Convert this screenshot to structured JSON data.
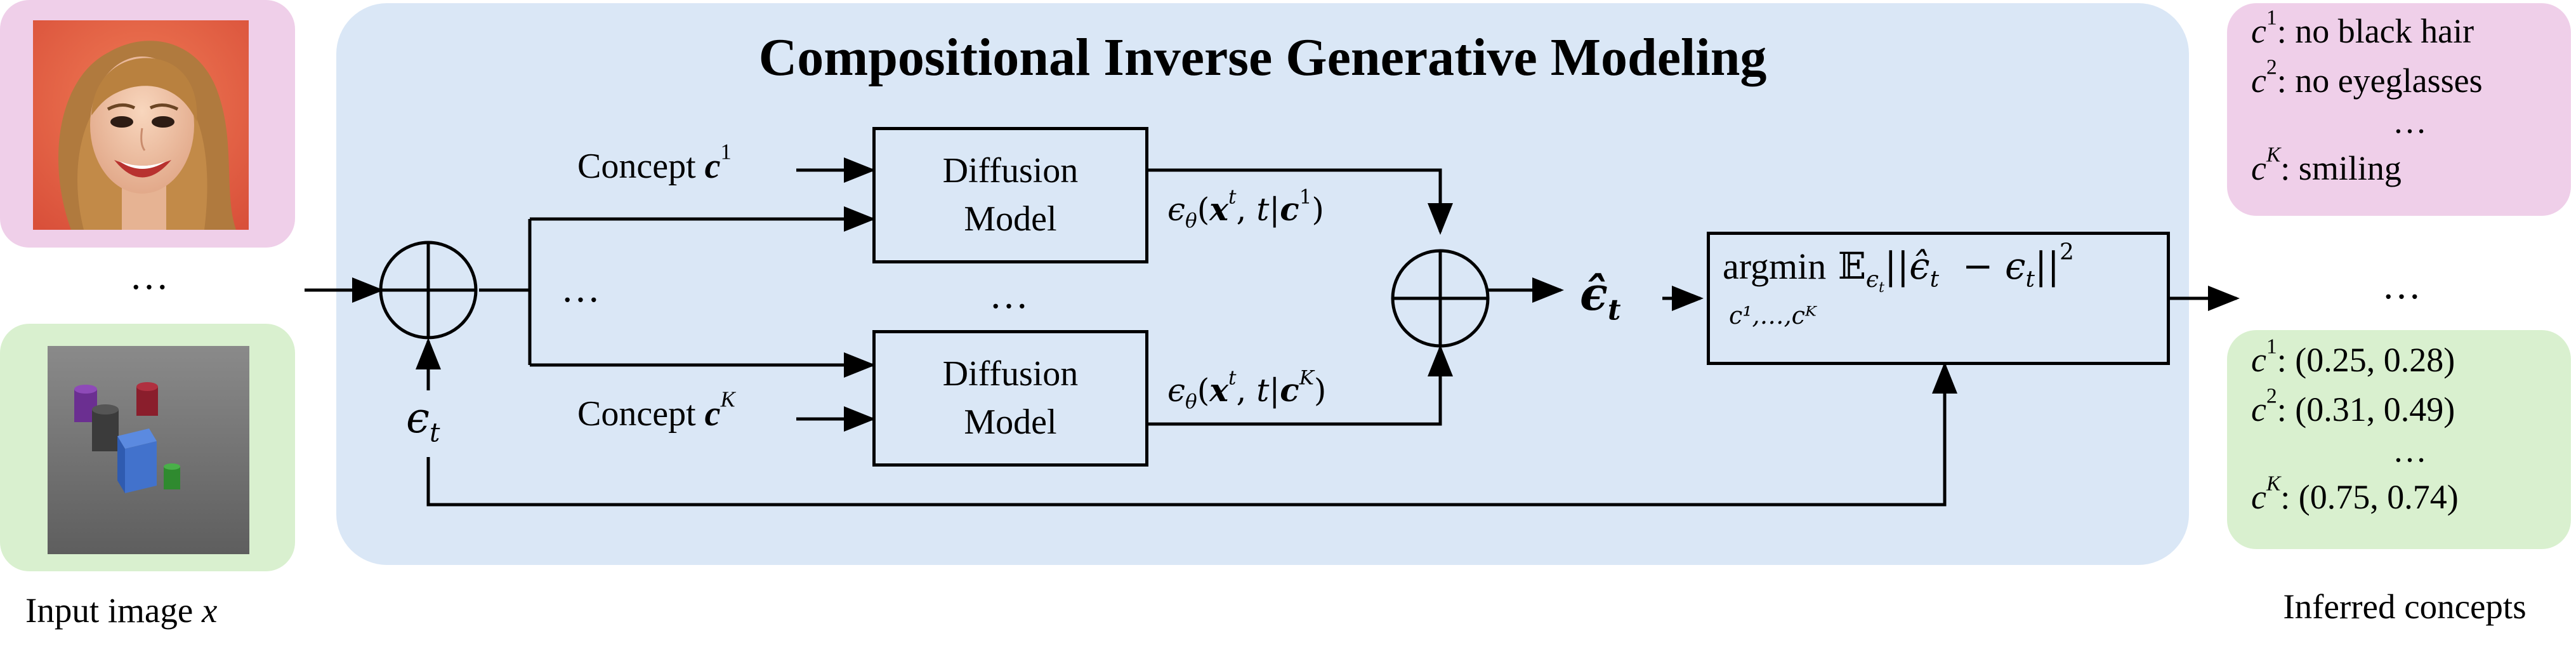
{
  "title": "Compositional Inverse Generative Modeling",
  "input": {
    "caption": "Input image",
    "caption_var": "x",
    "ellipsis": "…",
    "image1": "face-photo",
    "image2": "3d-objects-scene"
  },
  "concepts_in": {
    "concept1_label": "Concept",
    "concept1_sym": "c",
    "concept1_sup": "1",
    "conceptK_label": "Concept",
    "conceptK_sym": "c",
    "conceptK_sup": "K",
    "mid_dots": "…"
  },
  "diffusion1": {
    "line1": "Diffusion",
    "line2": "Model"
  },
  "diffusion2": {
    "line1": "Diffusion",
    "line2": "Model"
  },
  "between_dots": "…",
  "eps1": {
    "eps": "ϵ",
    "sub": "θ",
    "x": "x",
    "xsup": "t",
    "t": "t",
    "c": "c",
    "csup": "1"
  },
  "epsK": {
    "eps": "ϵ",
    "sub": "θ",
    "x": "x",
    "xsup": "t",
    "t": "t",
    "c": "c",
    "csup": "K"
  },
  "noise": {
    "eps": "ϵ",
    "sub": "t"
  },
  "eps_hat": {
    "eps": "ϵ̂",
    "sub": "t"
  },
  "argmin": {
    "word": "argmin",
    "E": "𝔼",
    "E_sub": "ϵ",
    "E_subsub": "t",
    "bars_open": "||",
    "hat": "ϵ̂",
    "hat_sub": "t",
    "minus": "−",
    "eps": "ϵ",
    "eps_sub": "t",
    "bars_close": "||",
    "power": "2",
    "under": "c¹,…,cᴷ"
  },
  "output_ellipsis": "…",
  "face_concepts": {
    "c1_sym": "c",
    "c1_sup": "1",
    "c1_text": ": no black hair",
    "c2_sym": "c",
    "c2_sup": "2",
    "c2_text": ": no eyeglasses",
    "dots": "…",
    "cK_sym": "c",
    "cK_sup": "K",
    "cK_text": ": smiling"
  },
  "object_concepts": {
    "c1_sym": "c",
    "c1_sup": "1",
    "c1_text": ": (0.25, 0.28)",
    "c2_sym": "c",
    "c2_sup": "2",
    "c2_text": ": (0.31, 0.49)",
    "dots": "…",
    "cK_sym": "c",
    "cK_sup": "K",
    "cK_text": ": (0.75, 0.74)"
  },
  "output_caption": "Inferred concepts",
  "colors": {
    "pink": "#efcfe9",
    "green": "#d9f0cf",
    "blue_panel": "#dae7f6",
    "box_fill": "#dae7f6",
    "stroke": "#000000"
  }
}
